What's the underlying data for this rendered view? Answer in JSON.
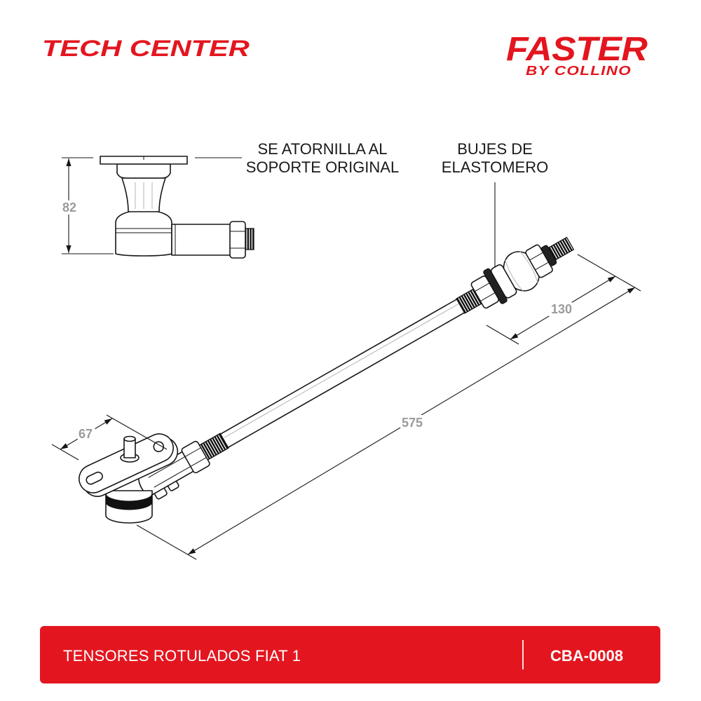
{
  "header": {
    "section_title": "TECH CENTER",
    "brand_name": "FASTER",
    "brand_tagline": "BY COLLINO"
  },
  "callouts": {
    "mounting": {
      "line1": "SE ATORNILLA AL",
      "line2": "SOPORTE ORIGINAL"
    },
    "bushings": {
      "line1": "BUJES DE",
      "line2": "ELASTOMERO"
    }
  },
  "dimensions": {
    "mount_height": "82",
    "bushing_span": "130",
    "overall_length": "575",
    "plate_width": "67"
  },
  "footer": {
    "product_name": "TENSORES ROTULADOS FIAT 1",
    "product_code": "CBA-0008"
  },
  "colors": {
    "brand_red": "#e3161f",
    "dimension_gray": "#9b9b9b",
    "ink": "#161616"
  }
}
